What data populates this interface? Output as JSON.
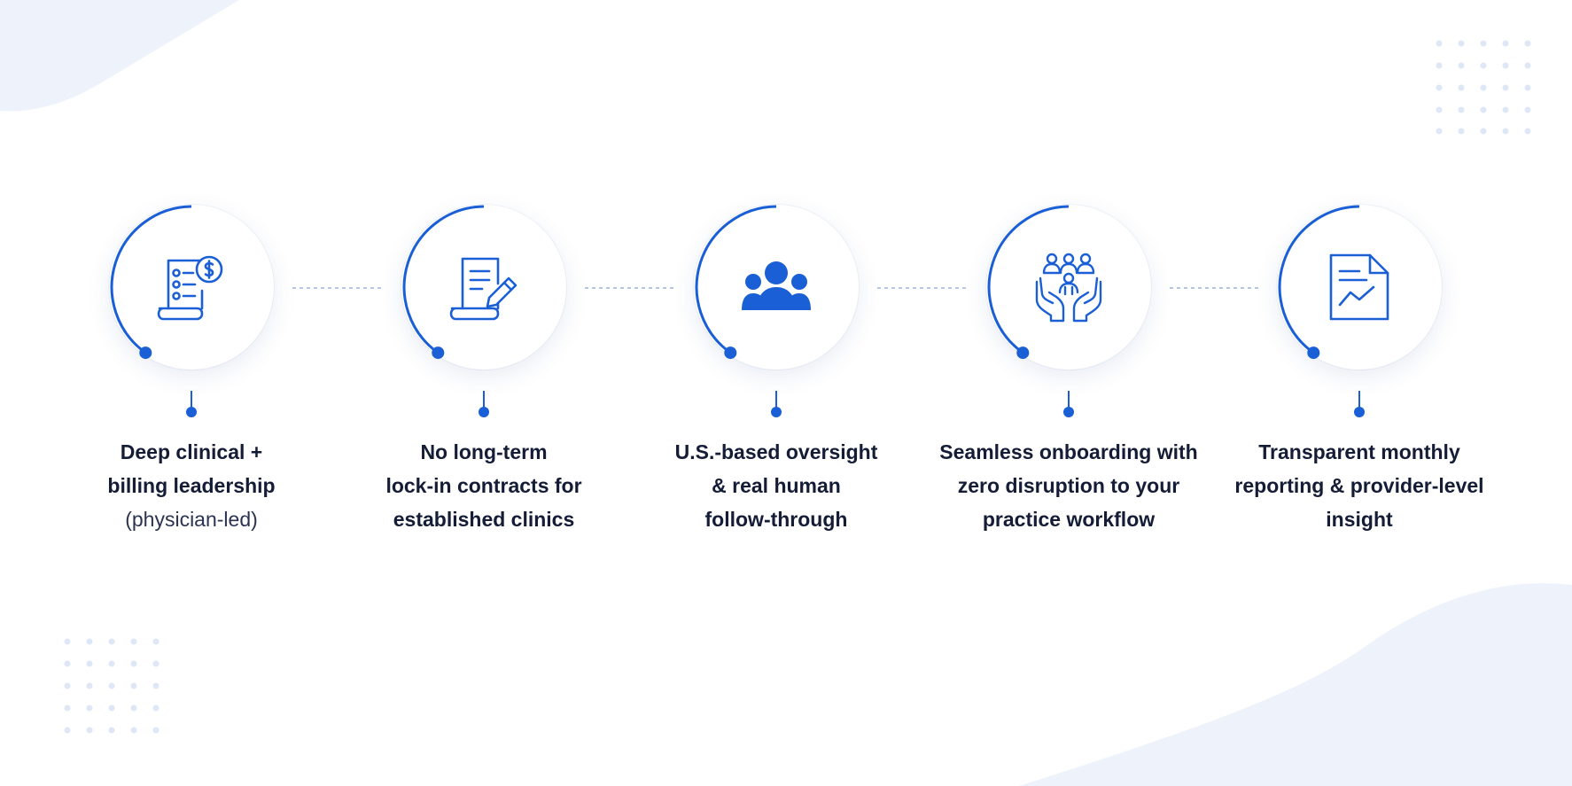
{
  "colors": {
    "accent": "#1a5fd6",
    "text": "#141c36",
    "connector": "#b7c6e3",
    "background_shape": "#eef3fb"
  },
  "steps": [
    {
      "icon": "invoice-dollar-icon",
      "lines": [
        "Deep clinical +",
        "billing leadership"
      ],
      "sub": "(physician-led)"
    },
    {
      "icon": "contract-pen-icon",
      "lines": [
        "No long-term",
        "lock-in contracts for",
        "established clinics"
      ],
      "sub": ""
    },
    {
      "icon": "team-people-icon",
      "lines": [
        "U.S.-based oversight",
        "& real human",
        "follow-through"
      ],
      "sub": ""
    },
    {
      "icon": "hands-holding-people-icon",
      "lines": [
        "Seamless onboarding with",
        "zero disruption to your",
        "practice workflow"
      ],
      "sub": ""
    },
    {
      "icon": "report-chart-icon",
      "lines": [
        "Transparent monthly",
        "reporting & provider-level",
        "insight"
      ],
      "sub": ""
    }
  ]
}
